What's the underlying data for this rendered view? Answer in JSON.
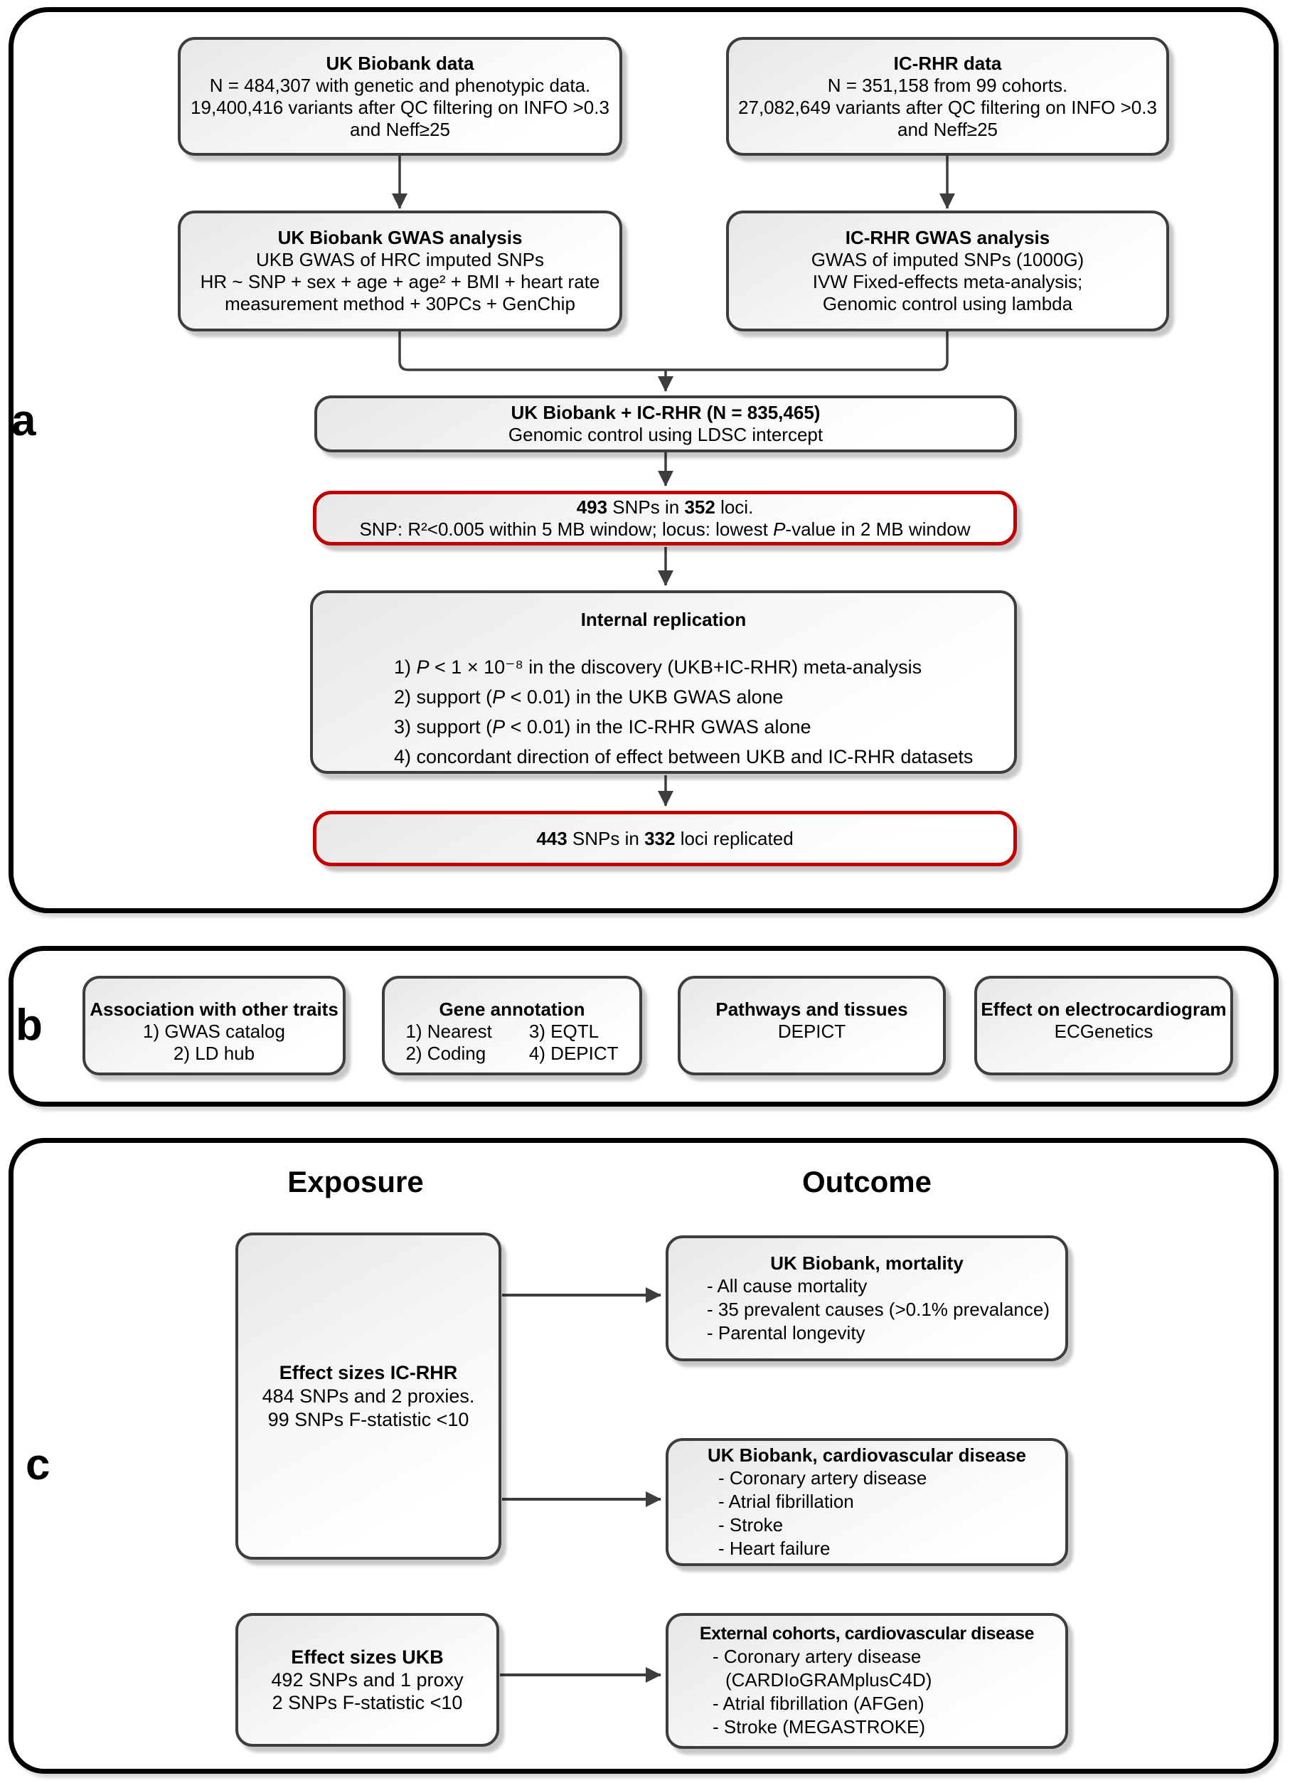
{
  "panel_a": {
    "label": "a",
    "ukb_data": {
      "title": "UK Biobank data",
      "lines": [
        "N = 484,307 with genetic and phenotypic data.",
        "19,400,416 variants after QC filtering on INFO >0.3",
        "and Neff≥25"
      ]
    },
    "icrhr_data": {
      "title": "IC-RHR data",
      "lines": [
        "N = 351,158 from 99 cohorts.",
        "27,082,649 variants after QC filtering on INFO >0.3",
        "and Neff≥25"
      ]
    },
    "ukb_gwas": {
      "title": "UK Biobank GWAS analysis",
      "lines": [
        "UKB GWAS of HRC imputed SNPs",
        "HR ~ SNP + sex + age + age² + BMI + heart rate",
        "measurement method + 30PCs + GenChip"
      ]
    },
    "icrhr_gwas": {
      "title": "IC-RHR GWAS analysis",
      "lines": [
        "GWAS of imputed SNPs (1000G)",
        "IVW Fixed-effects meta-analysis;",
        "Genomic control using lambda"
      ]
    },
    "meta": {
      "title": "UK Biobank + IC-RHR (N = 835,465)",
      "line": "Genomic control using LDSC intercept"
    },
    "snps_box": {
      "line1": "493 SNPs in 352 loci.",
      "line2": "SNP: R²<0.005 within 5 MB window; locus: lowest P-value in 2 MB window"
    },
    "replication": {
      "title": "Internal replication",
      "items": [
        "1) P < 1 × 10⁻⁸  in the discovery (UKB+IC-RHR) meta-analysis",
        "2) support (P < 0.01) in the UKB GWAS alone",
        "3) support (P < 0.01) in the IC-RHR GWAS alone",
        "4)  concordant direction of effect between UKB and IC-RHR datasets"
      ]
    },
    "replicated_box": {
      "line1": "443 SNPs in 332 loci replicated"
    }
  },
  "panel_b": {
    "label": "b",
    "traits": {
      "title": "Association with other traits",
      "items": [
        "1) GWAS catalog",
        "2) LD hub"
      ]
    },
    "gene_annotation": {
      "title": "Gene annotation",
      "grid": [
        "1) Nearest",
        "3) EQTL",
        "2) Coding",
        "4) DEPICT"
      ]
    },
    "pathways": {
      "title": "Pathways and tissues",
      "items": [
        "DEPICT"
      ]
    },
    "ecg": {
      "title": "Effect on electrocardiogram",
      "items": [
        "ECGenetics"
      ]
    }
  },
  "panel_c": {
    "label": "c",
    "exposure_header": "Exposure",
    "outcome_header": "Outcome",
    "exposure_icrhr": {
      "title": "Effect sizes IC-RHR",
      "lines": [
        "484 SNPs and 2 proxies.",
        "99 SNPs F-statistic <10"
      ]
    },
    "exposure_ukb": {
      "title": "Effect sizes UKB",
      "lines": [
        "492 SNPs and 1 proxy",
        "2 SNPs F-statistic <10"
      ]
    },
    "outcome_mortality": {
      "title": "UK Biobank, mortality",
      "items": [
        "- All cause mortality",
        "- 35 prevalent causes (>0.1% prevalance)",
        "- Parental longevity"
      ]
    },
    "outcome_cvd": {
      "title": "UK Biobank, cardiovascular disease",
      "items": [
        "- Coronary artery disease",
        "- Atrial fibrillation",
        "- Stroke",
        "- Heart failure"
      ]
    },
    "outcome_external": {
      "title": "External cohorts, cardiovascular disease",
      "items": [
        "- Coronary artery disease",
        "(CARDIoGRAMplusC4D)",
        "- Atrial fibrillation (AFGen)",
        "- Stroke (MEGASTROKE)"
      ]
    }
  },
  "colors": {
    "box_border": "#3d3d3d",
    "highlight_border": "#c00000",
    "frame_border": "#000000",
    "arrow": "#3d3d3d"
  }
}
